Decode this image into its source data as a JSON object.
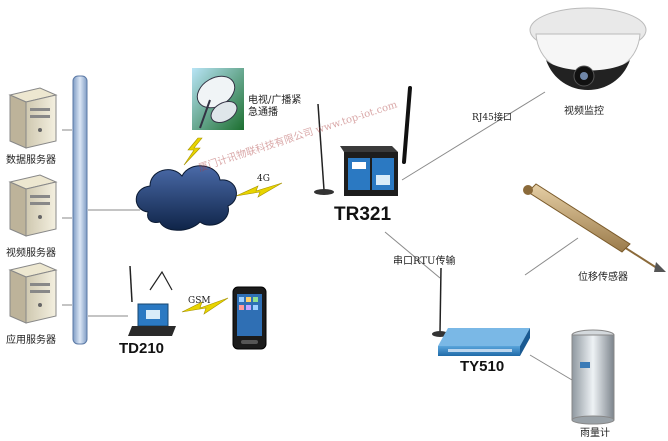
{
  "servers": {
    "data": "数据服务器",
    "video": "视频服务器",
    "app": "应用服务器"
  },
  "satellite_label": "电视/广播紧急通播",
  "links": {
    "g4": "4G",
    "gsm": "GSM",
    "rj45": "RJ45接口",
    "serial": "串口RTU传输"
  },
  "devices": {
    "tr321": "TR321",
    "td210": "TD210",
    "ty510": "TY510"
  },
  "sensors": {
    "camera": "视频监控",
    "displacement": "位移传感器",
    "rain": "雨量计"
  },
  "watermark": "厦门计讯物联科技有限公司 www.top-iot.com",
  "colors": {
    "bus": "#9ab3d3",
    "lightning": "#e8d400",
    "cloud": "#1f3d6e",
    "router": "#1d1d1d",
    "ty510": "#2b7fc0"
  }
}
